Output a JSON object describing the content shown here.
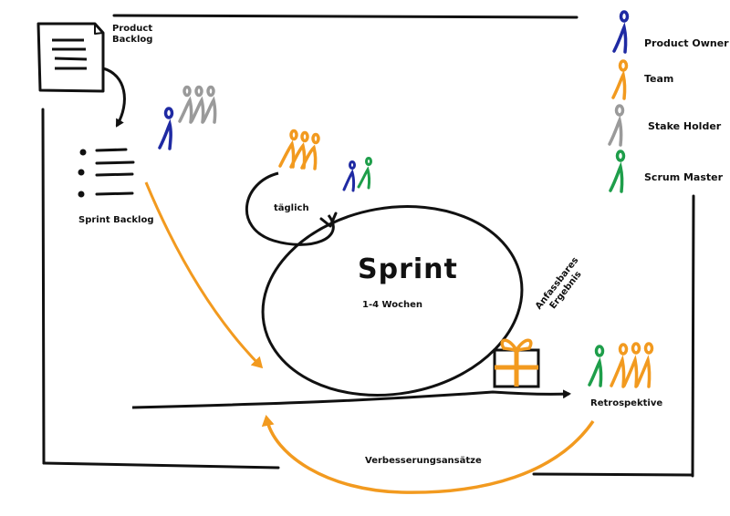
{
  "colors": {
    "ink": "#111111",
    "orange": "#f29a1f",
    "blue": "#1f2aa3",
    "grey": "#9a9a9a",
    "green": "#1e9e4a"
  },
  "product_backlog": {
    "label_line1": "Product",
    "label_line2": "Backlog",
    "icon": "document-icon"
  },
  "sprint_backlog": {
    "label": "Sprint Backlog",
    "icon": "list-icon"
  },
  "daily": {
    "label": "täglich"
  },
  "sprint": {
    "title": "Sprint",
    "duration": "1-4 Wochen"
  },
  "increment": {
    "label_line1": "Anfassbares",
    "label_line2": "Ergebnis",
    "icon": "gift-icon"
  },
  "retrospective": {
    "label": "Retrospektive"
  },
  "improvement": {
    "label": "Verbesserungsansätze"
  },
  "legend": {
    "items": [
      {
        "label": "Product Owner",
        "color": "#1f2aa3",
        "icon": "person-icon"
      },
      {
        "label": "Team",
        "color": "#f29a1f",
        "icon": "person-icon"
      },
      {
        "label": "Stake Holder",
        "color": "#9a9a9a",
        "icon": "person-icon"
      },
      {
        "label": "Scrum Master",
        "color": "#1e9e4a",
        "icon": "person-icon"
      }
    ]
  }
}
